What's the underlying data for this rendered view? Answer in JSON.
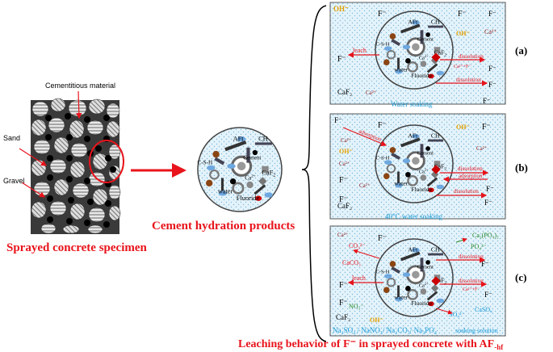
{
  "specimen": {
    "label_cementitious": "Cementitious material",
    "label_sand": "Sand",
    "label_gravel": "Gravel",
    "caption": "Sprayed concrete specimen"
  },
  "hydration": {
    "caption": "Cement hydration products",
    "labels": {
      "aft": "AFt",
      "ch": "CH",
      "csh": "C-S-H",
      "cement": "Cement",
      "caf2": "CaF",
      "caf2_sub": "2",
      "ca2": "Ca",
      "ca2_sup": "2+",
      "water": "water",
      "fluoride": "Fluoride"
    }
  },
  "panels": {
    "a": {
      "letter": "(a)",
      "caption": "Water soaking",
      "leach": "leach",
      "dissolution1": "dissolution",
      "dissolution2": "dissolution",
      "caf_ions": "Ca²⁺+F⁻",
      "ions": {
        "oh1": "OH⁻",
        "oh2": "OH⁻",
        "f1": "F⁻",
        "f2": "F⁻",
        "f3": "F⁻",
        "f4": "F⁻",
        "f5": "F⁻",
        "f6": "F⁻",
        "f7": "F⁻",
        "ca1": "Ca²⁺",
        "ca2": "Ca²⁺",
        "caf2": "CaF₂"
      }
    },
    "b": {
      "letter": "(b)",
      "caption": "40°C water soaking",
      "adsorption1": "adsorption",
      "dissolution1": "dissolution",
      "adsorption2": "adsorption",
      "dissolution2": "dissolution",
      "ions": {
        "f1": "F⁻",
        "f2": "F⁻",
        "f3": "F⁻",
        "f4": "F⁻",
        "f5": "F⁻",
        "f6": "F⁻",
        "f7": "F⁻",
        "oh1": "OH⁻",
        "oh2": "OH⁻",
        "ca1": "Ca²⁺",
        "ca2": "Ca²⁺",
        "ca3": "Ca²⁺",
        "ca4": "Ca²⁺",
        "caf2": "CaF₂"
      }
    },
    "c": {
      "letter": "(c)",
      "caption": "Na₂SO₄ / NaNO₃/ Na₂CO₃/ Na₃PO₄",
      "caption2": "soaking  solution",
      "leach": "leach",
      "dissolution1": "dissolution",
      "dissolution2": "dissolution",
      "caf_ions": "Ca²⁺+F⁻",
      "ions": {
        "ca1": "Ca²⁺",
        "co3": "CO₃²⁻",
        "caco3": "CaCO₃",
        "ca3po4": "Ca₃(PO₄)₂",
        "po4": "PO₄³⁻",
        "f1": "F⁻",
        "f2": "F⁻",
        "f3": "F⁻",
        "f4": "F⁻",
        "f5": "F⁻",
        "no3": "NO₃⁻",
        "so4": "SO₄²⁻",
        "caso4": "CaSO₄",
        "caf2": "CaF₂",
        "oh": "OH⁻"
      }
    }
  },
  "main_caption": "Leaching behavior of F⁻ in sprayed concrete  with AF",
  "main_caption_sub": "-hf"
}
